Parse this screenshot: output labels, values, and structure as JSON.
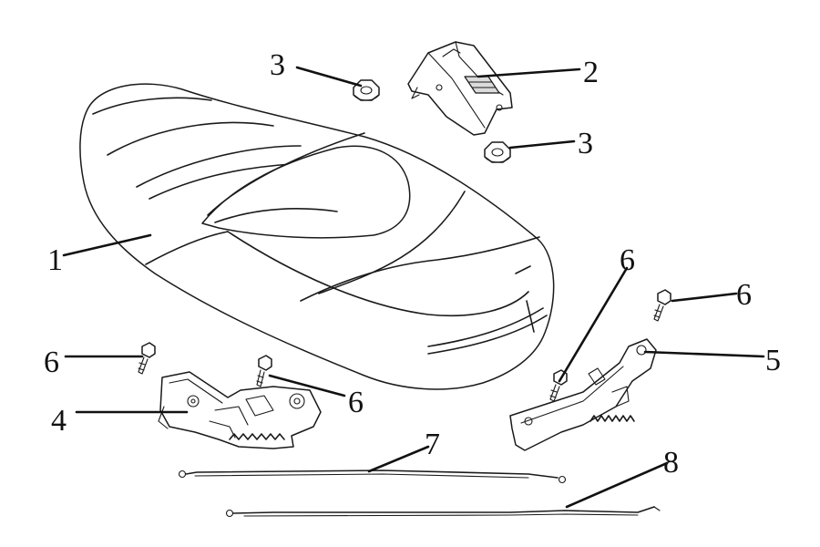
{
  "callouts": {
    "c1": "1",
    "c2": "2",
    "c3a": "3",
    "c3b": "3",
    "c4": "4",
    "c5": "5",
    "c6a": "6",
    "c6b": "6",
    "c6c": "6",
    "c6d": "6",
    "c7": "7",
    "c8": "8"
  },
  "parts": [
    {
      "number": "1",
      "name": "seat-assembly"
    },
    {
      "number": "2",
      "name": "seat-hinge-bracket"
    },
    {
      "number": "3",
      "name": "flange-nut"
    },
    {
      "number": "4",
      "name": "seat-lock-latch"
    },
    {
      "number": "5",
      "name": "latch-bracket-assembly"
    },
    {
      "number": "6",
      "name": "bolt"
    },
    {
      "number": "7",
      "name": "release-cable"
    },
    {
      "number": "8",
      "name": "release-cable-long"
    }
  ]
}
